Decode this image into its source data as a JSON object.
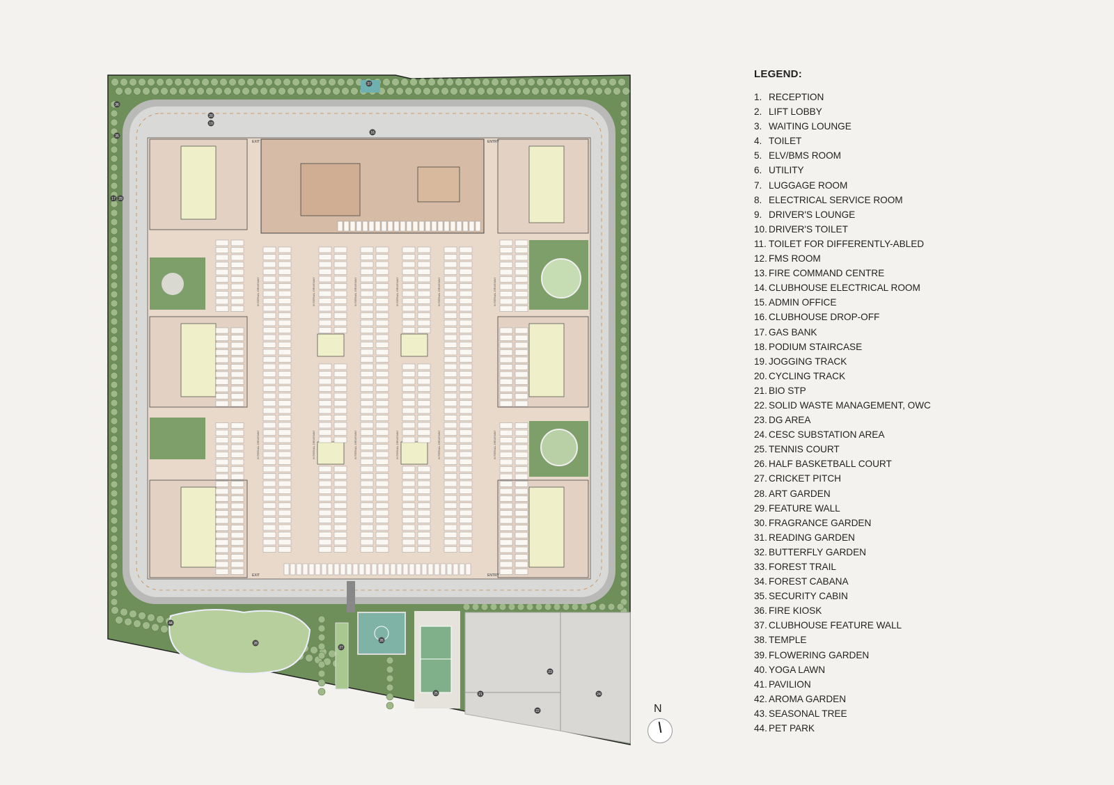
{
  "legend": {
    "title": "LEGEND:",
    "items": [
      {
        "num": "1.",
        "label": "RECEPTION"
      },
      {
        "num": "2.",
        "label": "LIFT LOBBY"
      },
      {
        "num": "3.",
        "label": "WAITING LOUNGE"
      },
      {
        "num": "4.",
        "label": "TOILET"
      },
      {
        "num": "5.",
        "label": "ELV/BMS ROOM"
      },
      {
        "num": "6.",
        "label": "UTILITY"
      },
      {
        "num": "7.",
        "label": "LUGGAGE ROOM"
      },
      {
        "num": "8.",
        "label": "ELECTRICAL SERVICE ROOM"
      },
      {
        "num": "9.",
        "label": "DRIVER'S LOUNGE"
      },
      {
        "num": "10.",
        "label": "DRIVER'S TOILET"
      },
      {
        "num": "11.",
        "label": "TOILET FOR DIFFERENTLY-ABLED"
      },
      {
        "num": "12.",
        "label": "FMS ROOM"
      },
      {
        "num": "13.",
        "label": "FIRE COMMAND CENTRE"
      },
      {
        "num": "14.",
        "label": "CLUBHOUSE ELECTRICAL ROOM"
      },
      {
        "num": "15.",
        "label": "ADMIN OFFICE"
      },
      {
        "num": "16.",
        "label": "CLUBHOUSE DROP-OFF"
      },
      {
        "num": "17.",
        "label": "GAS BANK"
      },
      {
        "num": "18.",
        "label": "PODIUM STAIRCASE"
      },
      {
        "num": "19.",
        "label": "JOGGING TRACK"
      },
      {
        "num": "20.",
        "label": "CYCLING TRACK"
      },
      {
        "num": "21.",
        "label": "BIO STP"
      },
      {
        "num": "22.",
        "label": "SOLID WASTE MANAGEMENT, OWC"
      },
      {
        "num": "23.",
        "label": "DG AREA"
      },
      {
        "num": "24.",
        "label": "CESC SUBSTATION AREA"
      },
      {
        "num": "25.",
        "label": "TENNIS COURT"
      },
      {
        "num": "26.",
        "label": "HALF BASKETBALL COURT"
      },
      {
        "num": "27.",
        "label": "CRICKET PITCH"
      },
      {
        "num": "28.",
        "label": "ART GARDEN"
      },
      {
        "num": "29.",
        "label": "FEATURE WALL"
      },
      {
        "num": "30.",
        "label": "FRAGRANCE GARDEN"
      },
      {
        "num": "31.",
        "label": "READING GARDEN"
      },
      {
        "num": "32.",
        "label": "BUTTERFLY GARDEN"
      },
      {
        "num": "33.",
        "label": "FOREST TRAIL"
      },
      {
        "num": "34.",
        "label": "FOREST CABANA"
      },
      {
        "num": "35.",
        "label": "SECURITY CABIN"
      },
      {
        "num": "36.",
        "label": "FIRE KIOSK"
      },
      {
        "num": "37.",
        "label": "CLUBHOUSE FEATURE WALL"
      },
      {
        "num": "38.",
        "label": "TEMPLE"
      },
      {
        "num": "39.",
        "label": "FLOWERING GARDEN"
      },
      {
        "num": "40.",
        "label": "YOGA LAWN"
      },
      {
        "num": "41.",
        "label": "PAVILION"
      },
      {
        "num": "42.",
        "label": "AROMA GARDEN"
      },
      {
        "num": "43.",
        "label": "SEASONAL TREE"
      },
      {
        "num": "44.",
        "label": "PET PARK"
      }
    ]
  },
  "plan": {
    "driveway_label": "INTERNAL DRIVEWAY",
    "entry_label": "ENTRY",
    "exit_label": "EXIT",
    "markers": [
      "16",
      "19",
      "20",
      "17",
      "29",
      "37",
      "35",
      "36",
      "26",
      "25",
      "27",
      "28",
      "44",
      "21",
      "22",
      "23",
      "24"
    ]
  },
  "compass": {
    "label": "N"
  },
  "colors": {
    "background": "#f3f2ee",
    "landscape": "#6f8f5a",
    "road": "#cfcfcd",
    "podium": "#e9d9cb",
    "clubhouse": "#d6bca6",
    "core": "#eff0c9",
    "tree": "#9fb98a"
  }
}
